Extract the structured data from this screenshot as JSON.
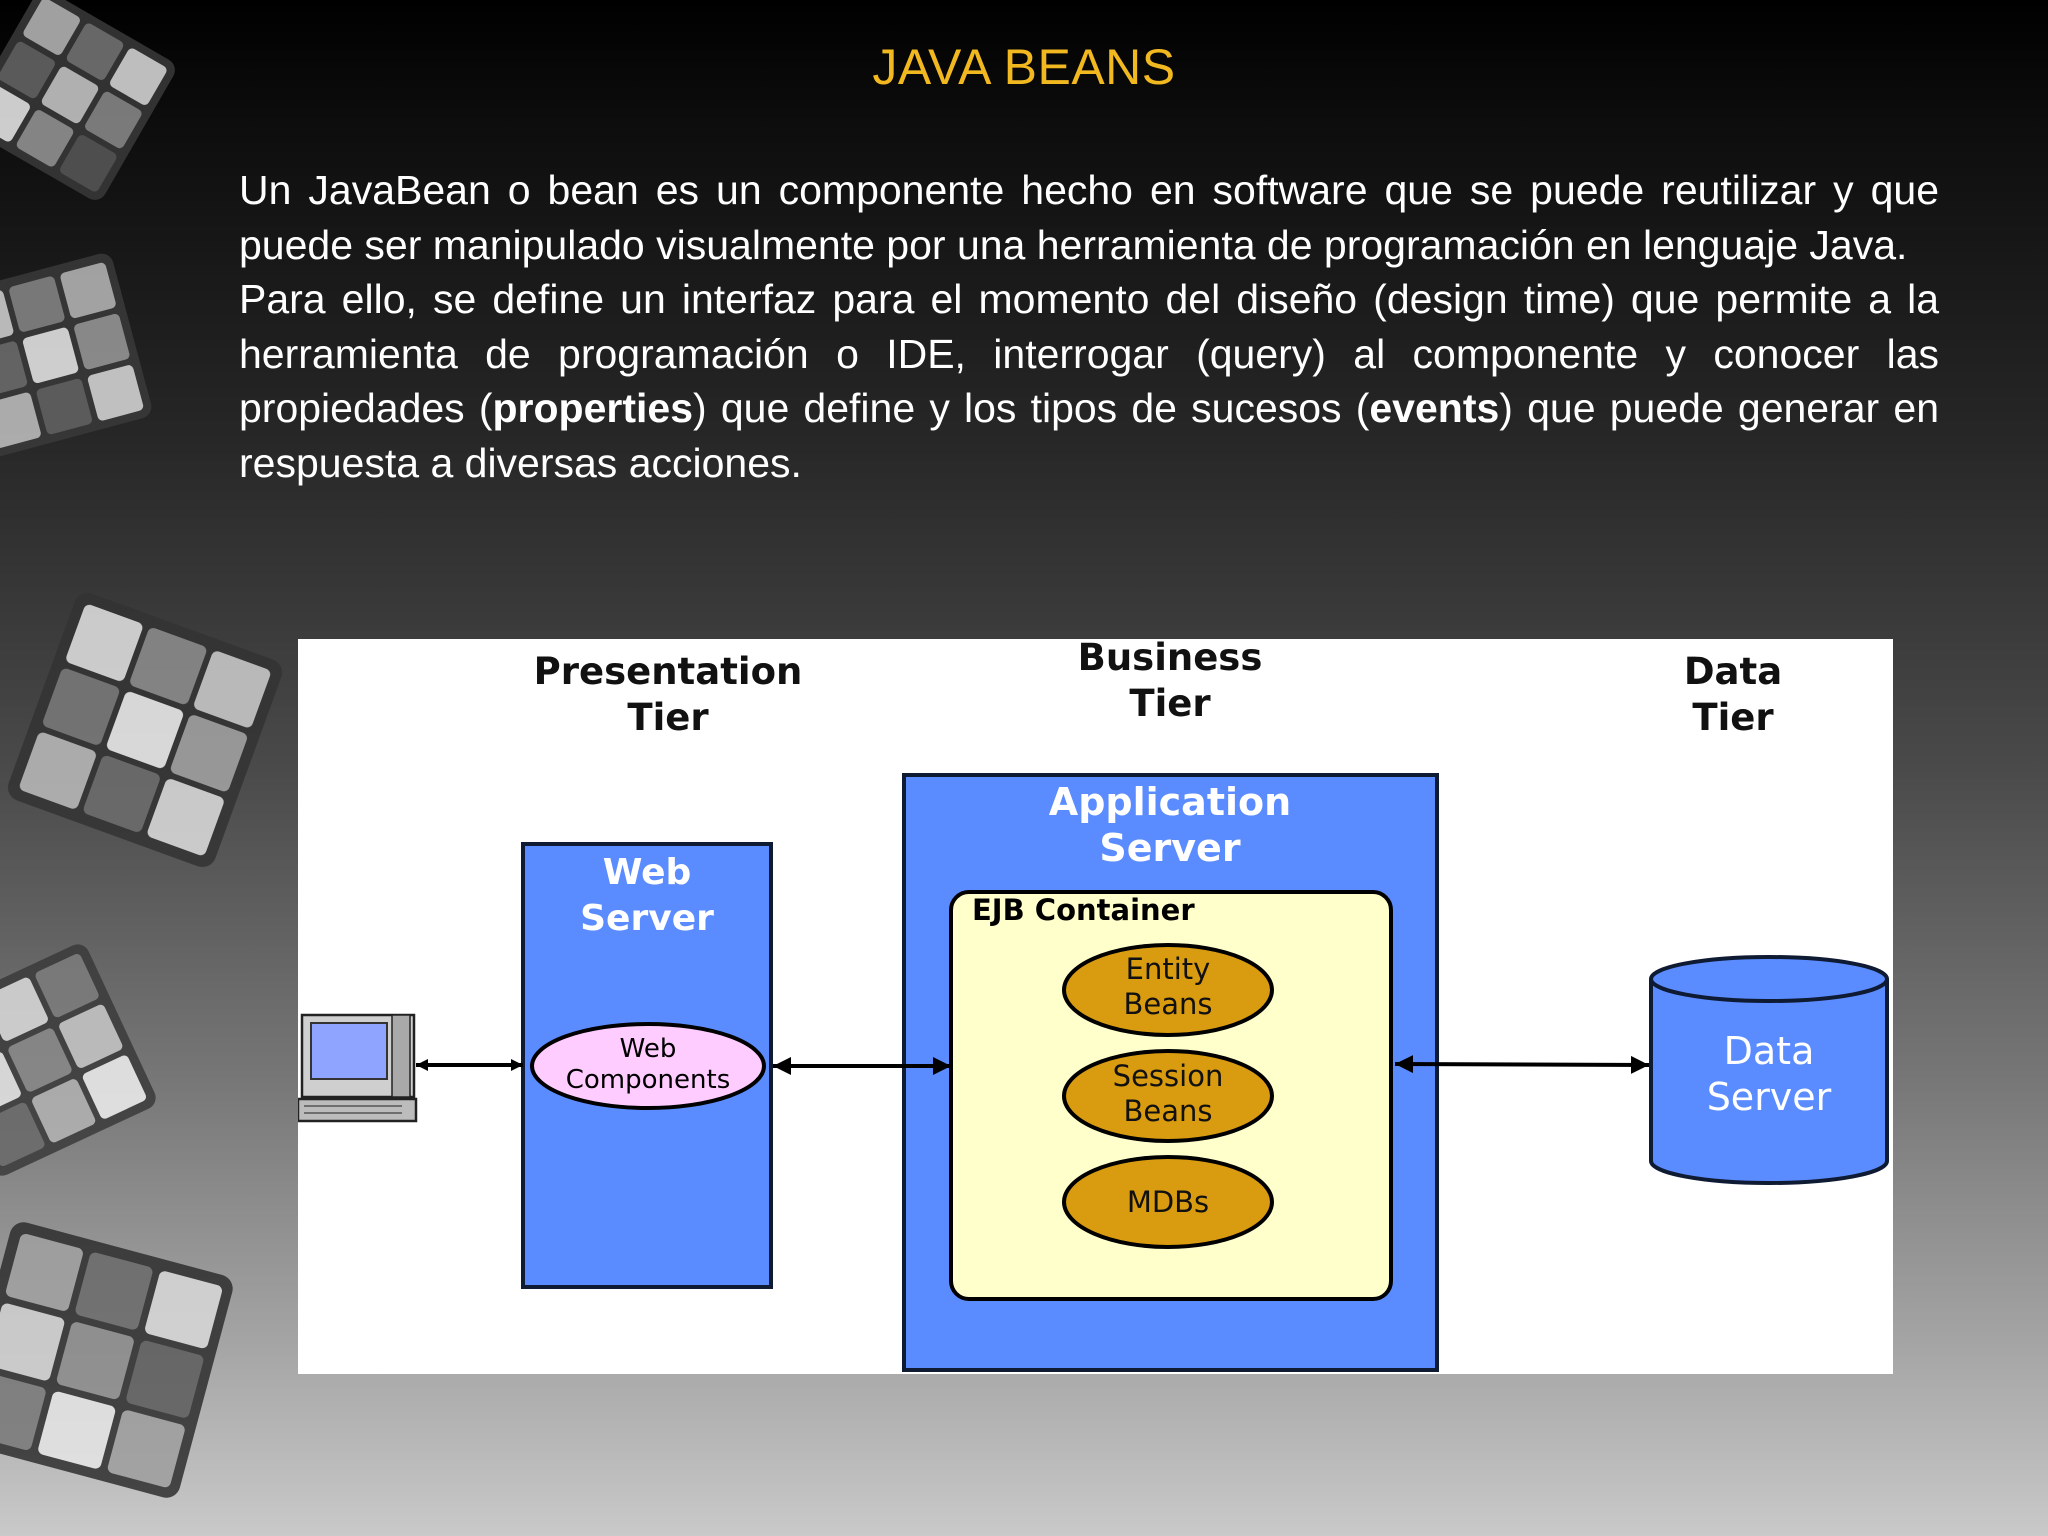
{
  "slide": {
    "title": "JAVA BEANS",
    "paragraph1": "Un JavaBean o bean es un componente hecho en software que se puede reutilizar y que puede ser manipulado visualmente por una herramienta de programación en lenguaje Java.",
    "paragraph2": {
      "part1": "Para ello, se define un interfaz para el momento del diseño (design time) que permite a la herramienta de programación o IDE, interrogar (query) al componente y conocer las propiedades (",
      "bold1": "properties",
      "part2": ") que define y los tipos de sucesos (",
      "bold2": "events",
      "part3": ") que puede generar en respuesta a diversas acciones."
    }
  },
  "diagram": {
    "tiers": {
      "presentation": [
        "Presentation",
        "Tier"
      ],
      "business": [
        "Business",
        "Tier"
      ],
      "data": [
        "Data",
        "Tier"
      ]
    },
    "web_server": [
      "Web",
      "Server"
    ],
    "web_components": [
      "Web",
      "Components"
    ],
    "application_server": [
      "Application",
      "Server"
    ],
    "ejb_container": "EJB Container",
    "entity_beans": [
      "Entity",
      "Beans"
    ],
    "session_beans": [
      "Session",
      "Beans"
    ],
    "mdbs": "MDBs",
    "data_server": [
      "Data",
      "Server"
    ],
    "colors": {
      "server_blue": "#5b8cff",
      "container_yellow": "#ffffcc",
      "bean_orange": "#d99b0f",
      "component_pink": "#ffccff",
      "title_gold": "#f2b820"
    }
  }
}
